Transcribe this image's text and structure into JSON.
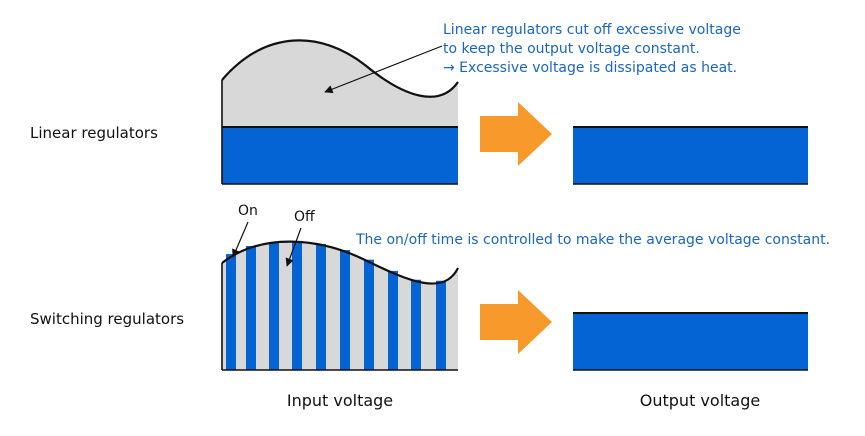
{
  "colors": {
    "blue": "#0564d3",
    "gray": "#d8d8d8",
    "orange": "#f79a2b",
    "note_text": "#1a66c2",
    "line": "#111111"
  },
  "rows": {
    "linear": {
      "label": "Linear regulators",
      "note": [
        "Linear regulators cut off excessive voltage",
        "to keep the output voltage constant.",
        "→ Excessive voltage is dissipated as heat."
      ]
    },
    "switching": {
      "label": "Switching regulators",
      "note": "The on/off time is controlled to make the average voltage constant.",
      "on_label": "On",
      "off_label": "Off"
    }
  },
  "captions": {
    "input": "Input voltage",
    "output": "Output voltage"
  }
}
